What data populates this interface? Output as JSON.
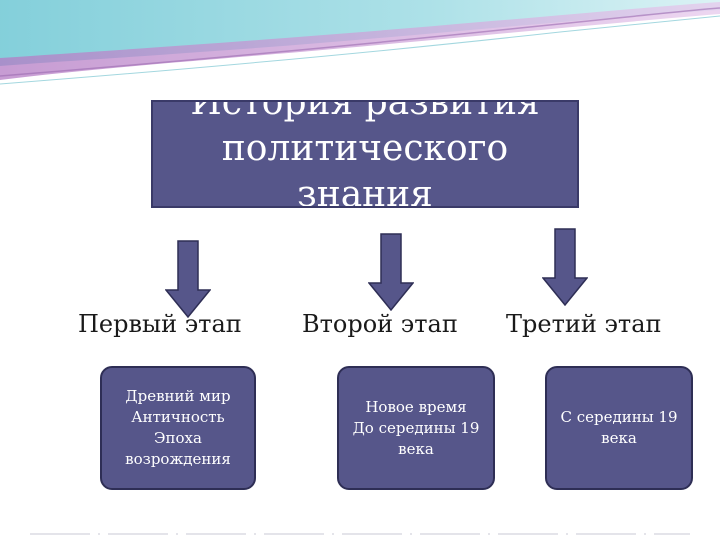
{
  "title": {
    "lines": [
      "История развития",
      "политического",
      "знания"
    ]
  },
  "stages": [
    {
      "label": "Первый этап",
      "lines": [
        "Древний мир",
        "Античность",
        "Эпоха",
        "возрождения"
      ]
    },
    {
      "label": "Второй этап",
      "lines": [
        "Новое время",
        "До середины 19",
        "века"
      ]
    },
    {
      "label": "Третий этап",
      "lines": [
        "С середины 19",
        "века"
      ]
    }
  ],
  "colors": {
    "box_fill": "#56568a",
    "box_border": "#2e2e55",
    "arrow": "#56568a"
  }
}
